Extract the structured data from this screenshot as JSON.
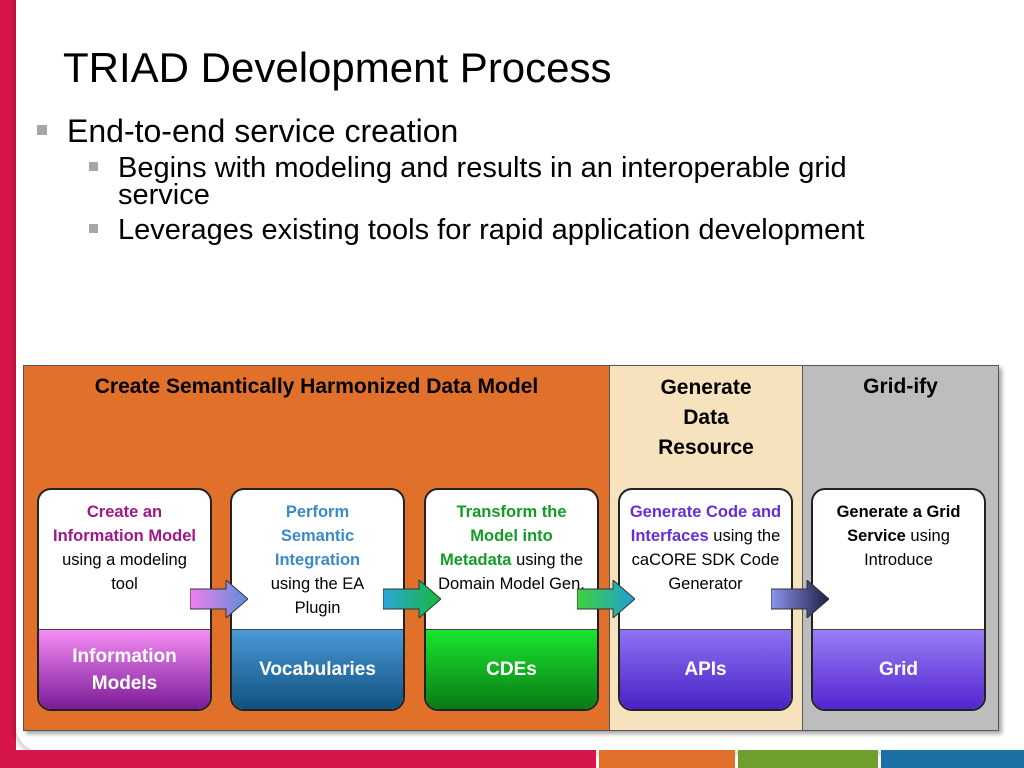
{
  "slide": {
    "title": "TRIAD Development Process",
    "bullets": [
      {
        "text": "End-to-end service creation",
        "children": [
          "Begins with modeling and results in an interoperable grid service",
          "Leverages existing tools for rapid application development"
        ]
      }
    ]
  },
  "colors": {
    "brand_red": "#d6154a",
    "model_section": "#e0702a",
    "data_section": "#f6e3bd",
    "grid_section": "#bdbdbd"
  },
  "diagram": {
    "sections": [
      {
        "title": "Create Semantically Harmonized Data Model"
      },
      {
        "title": "Generate Data Resource"
      },
      {
        "title": "Grid-ify"
      }
    ],
    "steps": [
      {
        "highlight": "Create an Information Model",
        "rest": "using a modeling tool",
        "highlight_color": "#a1168a",
        "output": "Information Models"
      },
      {
        "highlight": "Perform Semantic Integration",
        "rest": "using the EA Plugin",
        "highlight_color": "#3a8ac9",
        "output": "Vocabularies"
      },
      {
        "highlight": "Transform the Model into Metadata",
        "rest": "using the Domain Model Gen.",
        "highlight_color": "#139c25",
        "output": "CDEs"
      },
      {
        "highlight": "Generate Code and Interfaces",
        "rest": "using the caCORE SDK Code Generator",
        "highlight_color": "#6a2cd6",
        "output": "APIs"
      },
      {
        "highlight": "Generate a Grid Service",
        "rest": "using Introduce",
        "highlight_color": "#000000",
        "output": "Grid"
      }
    ],
    "arrows": [
      {
        "icon": "right-arrow-icon",
        "from": "#f27ef0",
        "to": "#5a8fd6"
      },
      {
        "icon": "right-arrow-icon",
        "from": "#2aa6d9",
        "to": "#18b83a"
      },
      {
        "icon": "right-arrow-icon",
        "from": "#3ed23a",
        "to": "#1f9fd6"
      },
      {
        "icon": "right-arrow-icon",
        "from": "#8b95f0",
        "to": "#1f1f44"
      }
    ]
  }
}
